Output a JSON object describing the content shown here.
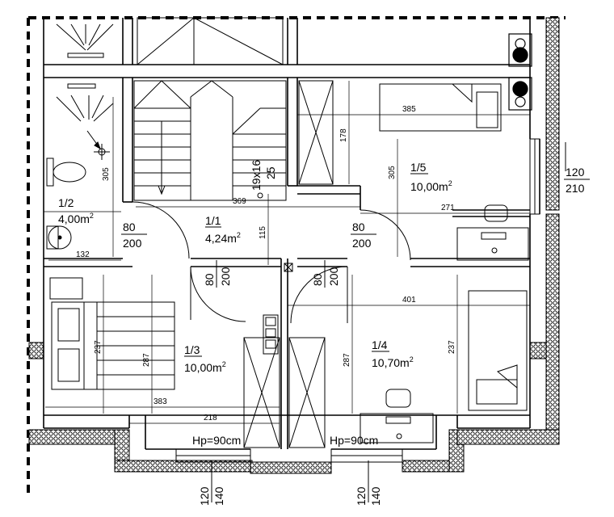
{
  "rooms": [
    {
      "number": "1/1",
      "area": "4,24m",
      "sup": "2"
    },
    {
      "number": "1/2",
      "area": "4,00m",
      "sup": "2"
    },
    {
      "number": "1/3",
      "area": "10,00m",
      "sup": "2"
    },
    {
      "number": "1/4",
      "area": "10,70m",
      "sup": "2"
    },
    {
      "number": "1/5",
      "area": "10,00m",
      "sup": "2"
    }
  ],
  "doors": [
    {
      "width": "80",
      "height": "200"
    },
    {
      "width": "80",
      "height": "200"
    },
    {
      "width": "80",
      "height": "200"
    },
    {
      "width": "80",
      "height": "200"
    }
  ],
  "windows": [
    {
      "width": "120",
      "height": "210"
    },
    {
      "width": "120",
      "height": "140",
      "sill": "Hp=90cm"
    },
    {
      "width": "120",
      "height": "140",
      "sill": "Hp=90cm"
    }
  ],
  "dimensions": {
    "d385": "385",
    "d178": "178",
    "d305a": "305",
    "d305b": "305",
    "d369": "369",
    "d115": "115",
    "d271": "271",
    "d132": "132",
    "d401": "401",
    "d237a": "237",
    "d287a": "287",
    "d383": "383",
    "d218": "218",
    "d287b": "287",
    "d237b": "237"
  },
  "stairs": {
    "steps": "19x16",
    "tread": "25"
  }
}
